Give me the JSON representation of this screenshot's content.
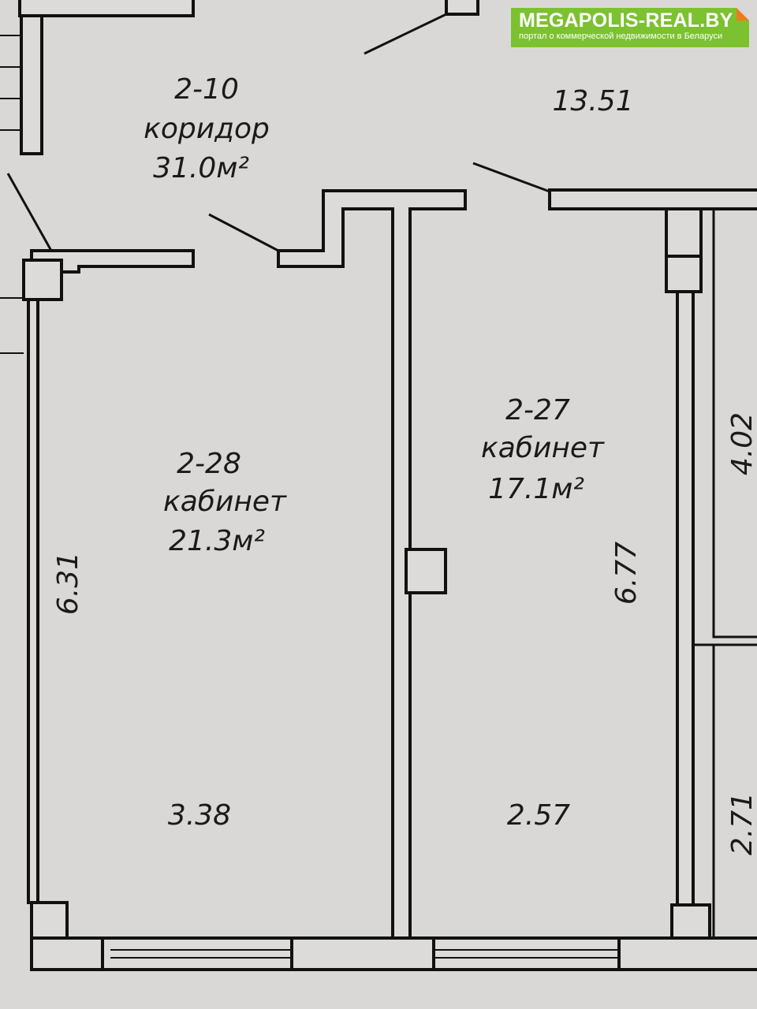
{
  "logo": {
    "title": "MEGAPOLIS-REAL.BY",
    "subtitle": "портал о коммерческой недвижимости в Беларуси",
    "color": "#7cc130"
  },
  "rooms": [
    {
      "number": "2-10",
      "name": "коридор",
      "area": "31.0м²"
    },
    {
      "number": "2-28",
      "name": "кабинет",
      "area": "21.3м²"
    },
    {
      "number": "2-27",
      "name": "кабинет",
      "area": "17.1м²"
    }
  ],
  "dimensions": {
    "corridor_length": "13.51",
    "room28_height": "6.31",
    "room28_width": "3.38",
    "room27_height": "6.77",
    "room27_width": "2.57",
    "right_room_upper": "4.02",
    "right_room_lower": "2.71"
  }
}
